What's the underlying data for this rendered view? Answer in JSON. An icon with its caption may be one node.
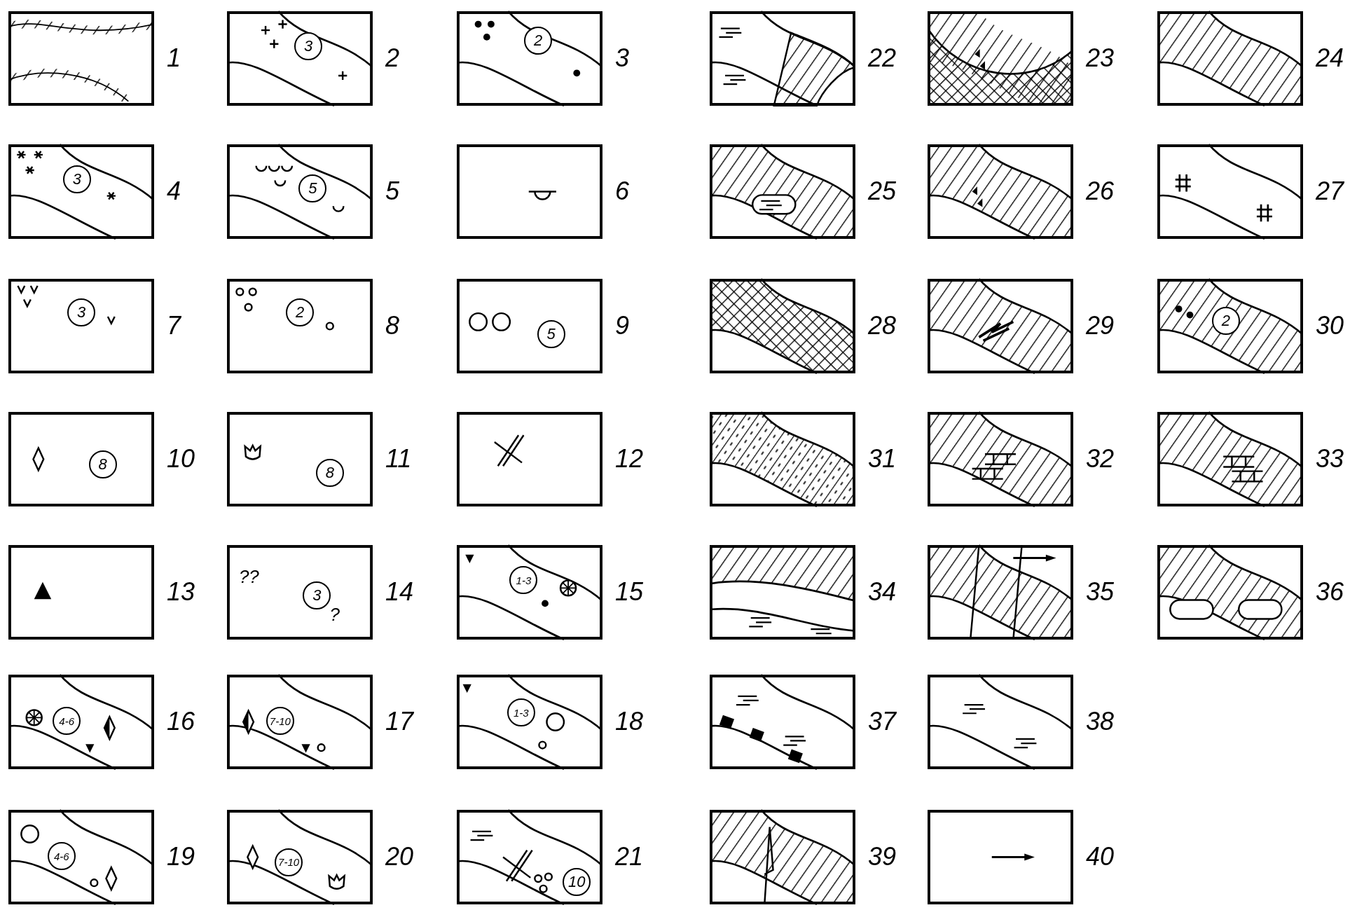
{
  "diagram": {
    "labels": [
      "1",
      "3",
      "2",
      "2",
      "3",
      "22",
      "23",
      "24",
      "3",
      "4",
      "5",
      "5",
      "6",
      "25",
      "26",
      "27",
      "3",
      "7",
      "2",
      "8",
      "5",
      "9",
      "28",
      "29",
      "2",
      "30",
      "8",
      "10",
      "8",
      "11",
      "12",
      "31",
      "32",
      "33",
      "13",
      "??",
      "3",
      "?",
      "14",
      "1-3",
      "15",
      "34",
      "35",
      "36",
      "4-6",
      "16",
      "7-10",
      "17",
      "1-3",
      "18",
      "37",
      "38",
      "4-6",
      "19",
      "7-10",
      "20",
      "10",
      "21",
      "39",
      "40"
    ]
  }
}
